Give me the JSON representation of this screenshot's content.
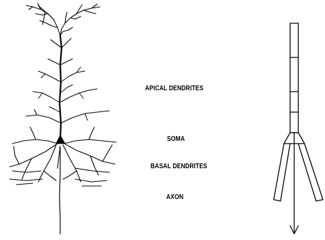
{
  "labels": {
    "apical_dendrites": "APICAL DENDRITES",
    "soma": "SOMA",
    "basal_dendrites": "BASAL DENDRITES",
    "axon": "AXON"
  },
  "colors": {
    "ink": "#000000",
    "background": "#ffffff"
  }
}
